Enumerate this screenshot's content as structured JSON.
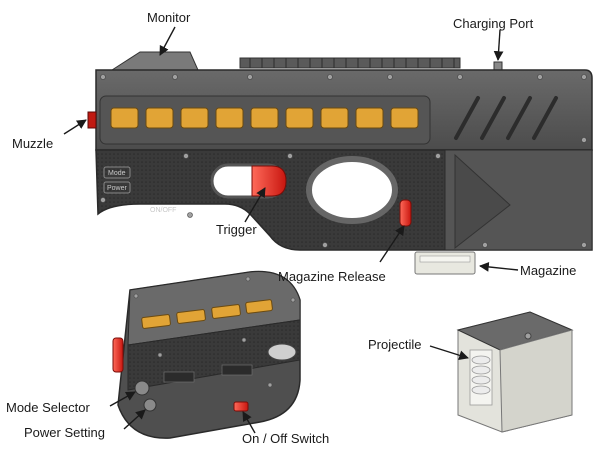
{
  "labels": {
    "monitor": "Monitor",
    "charging_port": "Charging Port",
    "muzzle": "Muzzle",
    "trigger": "Trigger",
    "magazine_release": "Magazine Release",
    "magazine": "Magazine",
    "projectile": "Projectile",
    "mode_selector": "Mode Selector",
    "power_setting": "Power Setting",
    "on_off_switch": "On / Off Switch"
  },
  "device_markings": {
    "mode": "Mode",
    "power": "Power",
    "on_off": "ON/OFF"
  },
  "colors": {
    "body_dark": "#4a4a4a",
    "body_mid": "#5b5b5b",
    "grip_texture": "#2f2f2f",
    "accent_orange": "#e1a436",
    "accent_red": "#e32019",
    "magazine_light": "#e8e8e0"
  }
}
